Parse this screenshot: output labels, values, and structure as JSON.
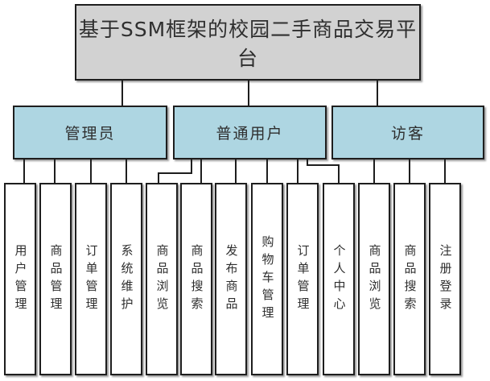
{
  "diagram": {
    "title": "基于SSM框架的校园二手商品交易平台",
    "roles": [
      {
        "label": "管理员",
        "children": [
          "用户管理",
          "商品管理",
          "订单管理",
          "系统维护"
        ]
      },
      {
        "label": "普通用户",
        "children": [
          "商品浏览",
          "商品搜索",
          "发布商品",
          "购物车管理",
          "订单管理",
          "个人中心"
        ]
      },
      {
        "label": "访客",
        "children": [
          "商品浏览",
          "商品搜索",
          "注册登录"
        ]
      }
    ],
    "colors": {
      "title_fill": "#d2d2d2",
      "role_fill": "#aed6e2",
      "leaf_fill": "#ffffff",
      "border": "#1e1e1e",
      "line": "#1e1e1e"
    }
  }
}
